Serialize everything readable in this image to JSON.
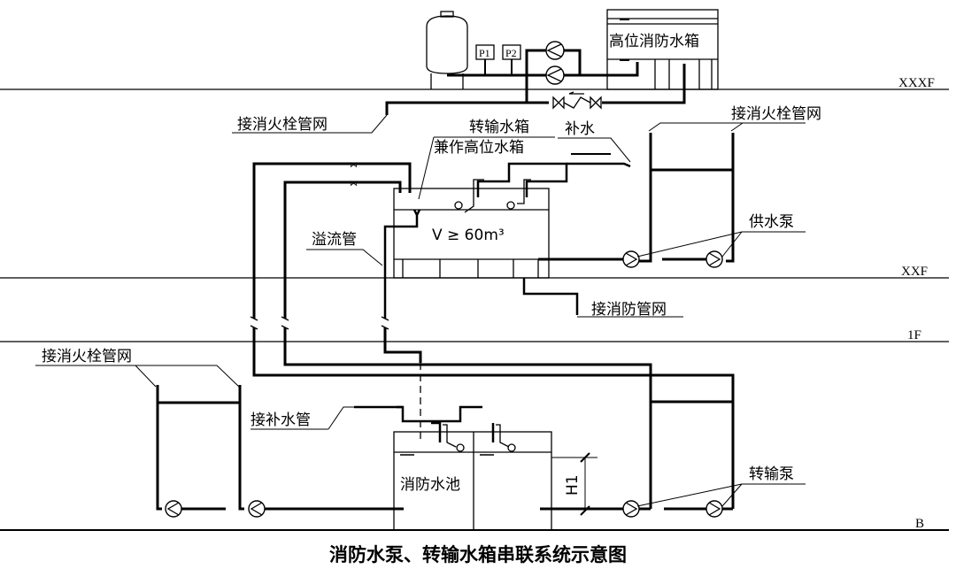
{
  "title": "消防水泵、转输水箱串联系统示意图",
  "floors": [
    {
      "id": "xxxf",
      "label": "XXXF"
    },
    {
      "id": "xxf",
      "label": "XXF"
    },
    {
      "id": "1f",
      "label": "1F"
    },
    {
      "id": "b",
      "label": "B"
    }
  ],
  "labels": {
    "high_tank": "高位消防水箱",
    "gauge_p1": "P1",
    "gauge_p2": "P2",
    "hydrant_net_top": "接消火栓管网",
    "transfer_tank_line1": "转输水箱",
    "transfer_tank_line2": "兼作高位水箱",
    "makeup_water": "补水",
    "hydrant_net_right": "接消火栓管网",
    "volume": "V ≥ 60m³",
    "overflow_pipe": "溢流管",
    "supply_pump": "供水泵",
    "fire_net": "接消防管网",
    "hydrant_net_bottom": "接消火栓管网",
    "makeup_pipe": "接补水管",
    "fire_pool": "消防水池",
    "height_mark": "H1",
    "transfer_pump": "转输泵"
  }
}
